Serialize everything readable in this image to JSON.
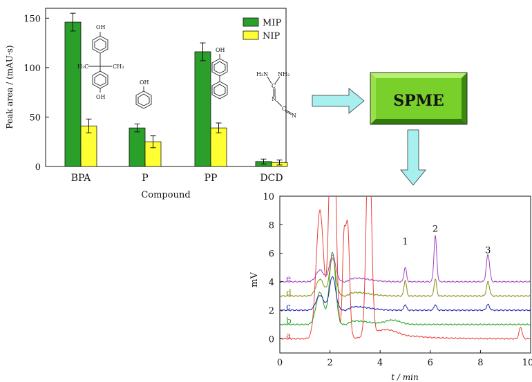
{
  "chart_data": [
    {
      "type": "bar",
      "title": "",
      "xlabel": "Compound",
      "ylabel": "Peak area / (mAU·s)",
      "categories": [
        "BPA",
        "P",
        "PP",
        "DCD"
      ],
      "ylim": [
        0,
        160
      ],
      "yticks": [
        0,
        50,
        100,
        150
      ],
      "legend_position": "top-right",
      "series": [
        {
          "name": "MIP",
          "color": "#2aa02a",
          "values": [
            146,
            39,
            116,
            5
          ],
          "errors": [
            9,
            4,
            9,
            2.5
          ]
        },
        {
          "name": "NIP",
          "color": "#ffff33",
          "values": [
            41,
            25,
            39,
            4
          ],
          "errors": [
            7,
            6,
            5,
            2.5
          ]
        }
      ],
      "structure_labels": {
        "bpa": [
          "OH",
          "H₃C",
          "CH₃",
          "OH"
        ],
        "p": [
          "OH"
        ],
        "pp": [
          "OH"
        ],
        "dcd": [
          "H₂N",
          "NH₂",
          "C",
          "N",
          "C",
          "N"
        ]
      }
    },
    {
      "type": "line",
      "title": "",
      "xlabel": "t / min",
      "ylabel": "mV",
      "xlim": [
        0,
        10
      ],
      "ylim": [
        -1,
        10
      ],
      "xticks": [
        0,
        2,
        4,
        6,
        8,
        10
      ],
      "yticks": [
        0,
        2,
        4,
        6,
        8,
        10
      ],
      "peak_labels": [
        {
          "text": "1",
          "x": 5.0,
          "y": 6.6
        },
        {
          "text": "2",
          "x": 6.2,
          "y": 7.5
        },
        {
          "text": "3",
          "x": 8.3,
          "y": 6.0
        }
      ],
      "series": [
        {
          "name": "a",
          "color": "#e8413c",
          "offset": 0.0,
          "solvent": 20,
          "peaks": [
            [
              9.6,
              0.8,
              0.06
            ]
          ]
        },
        {
          "name": "b",
          "color": "#22a022",
          "offset": 1.0,
          "solvent": 5.0,
          "peaks": [
            [
              4.5,
              0.3,
              0.3
            ]
          ]
        },
        {
          "name": "c",
          "color": "#2222aa",
          "offset": 2.0,
          "solvent": 2.3,
          "peaks": [
            [
              5.0,
              0.4,
              0.05
            ],
            [
              6.2,
              0.4,
              0.05
            ],
            [
              8.3,
              0.4,
              0.06
            ]
          ]
        },
        {
          "name": "d",
          "color": "#8a8a10",
          "offset": 3.0,
          "solvent": 2.6,
          "peaks": [
            [
              5.0,
              1.1,
              0.05
            ],
            [
              6.2,
              1.2,
              0.05
            ],
            [
              8.3,
              1.0,
              0.06
            ]
          ]
        },
        {
          "name": "e",
          "color": "#a040c0",
          "offset": 4.0,
          "solvent": 1.8,
          "peaks": [
            [
              5.0,
              1.0,
              0.05
            ],
            [
              6.2,
              3.2,
              0.055
            ],
            [
              8.3,
              1.9,
              0.065
            ]
          ]
        }
      ]
    }
  ],
  "flow": {
    "box_label": "SPME",
    "box_color": "#7ad02a",
    "arrow_color": "#a8f0f0"
  }
}
